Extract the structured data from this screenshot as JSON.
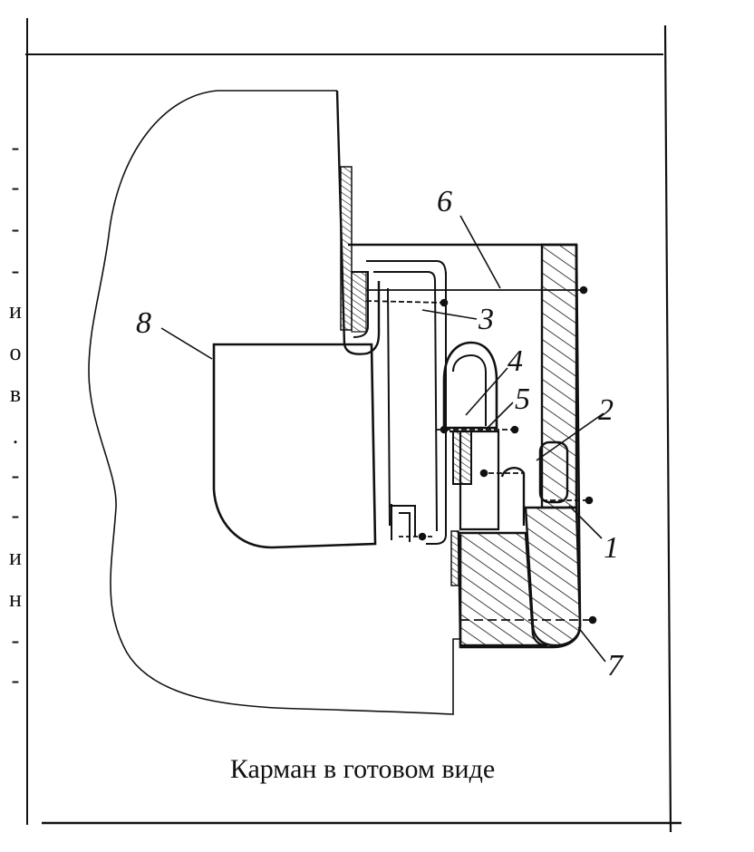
{
  "caption": "Карман в готовом виде",
  "callouts": {
    "n1": "1",
    "n2": "2",
    "n3": "3",
    "n4": "4",
    "n5": "5",
    "n6": "6",
    "n7": "7",
    "n8": "8"
  },
  "margin_text": [
    "-",
    "-",
    "-",
    "-",
    "и",
    "о",
    "в",
    ".",
    "-",
    "-",
    "и",
    "н",
    "-",
    "-"
  ]
}
